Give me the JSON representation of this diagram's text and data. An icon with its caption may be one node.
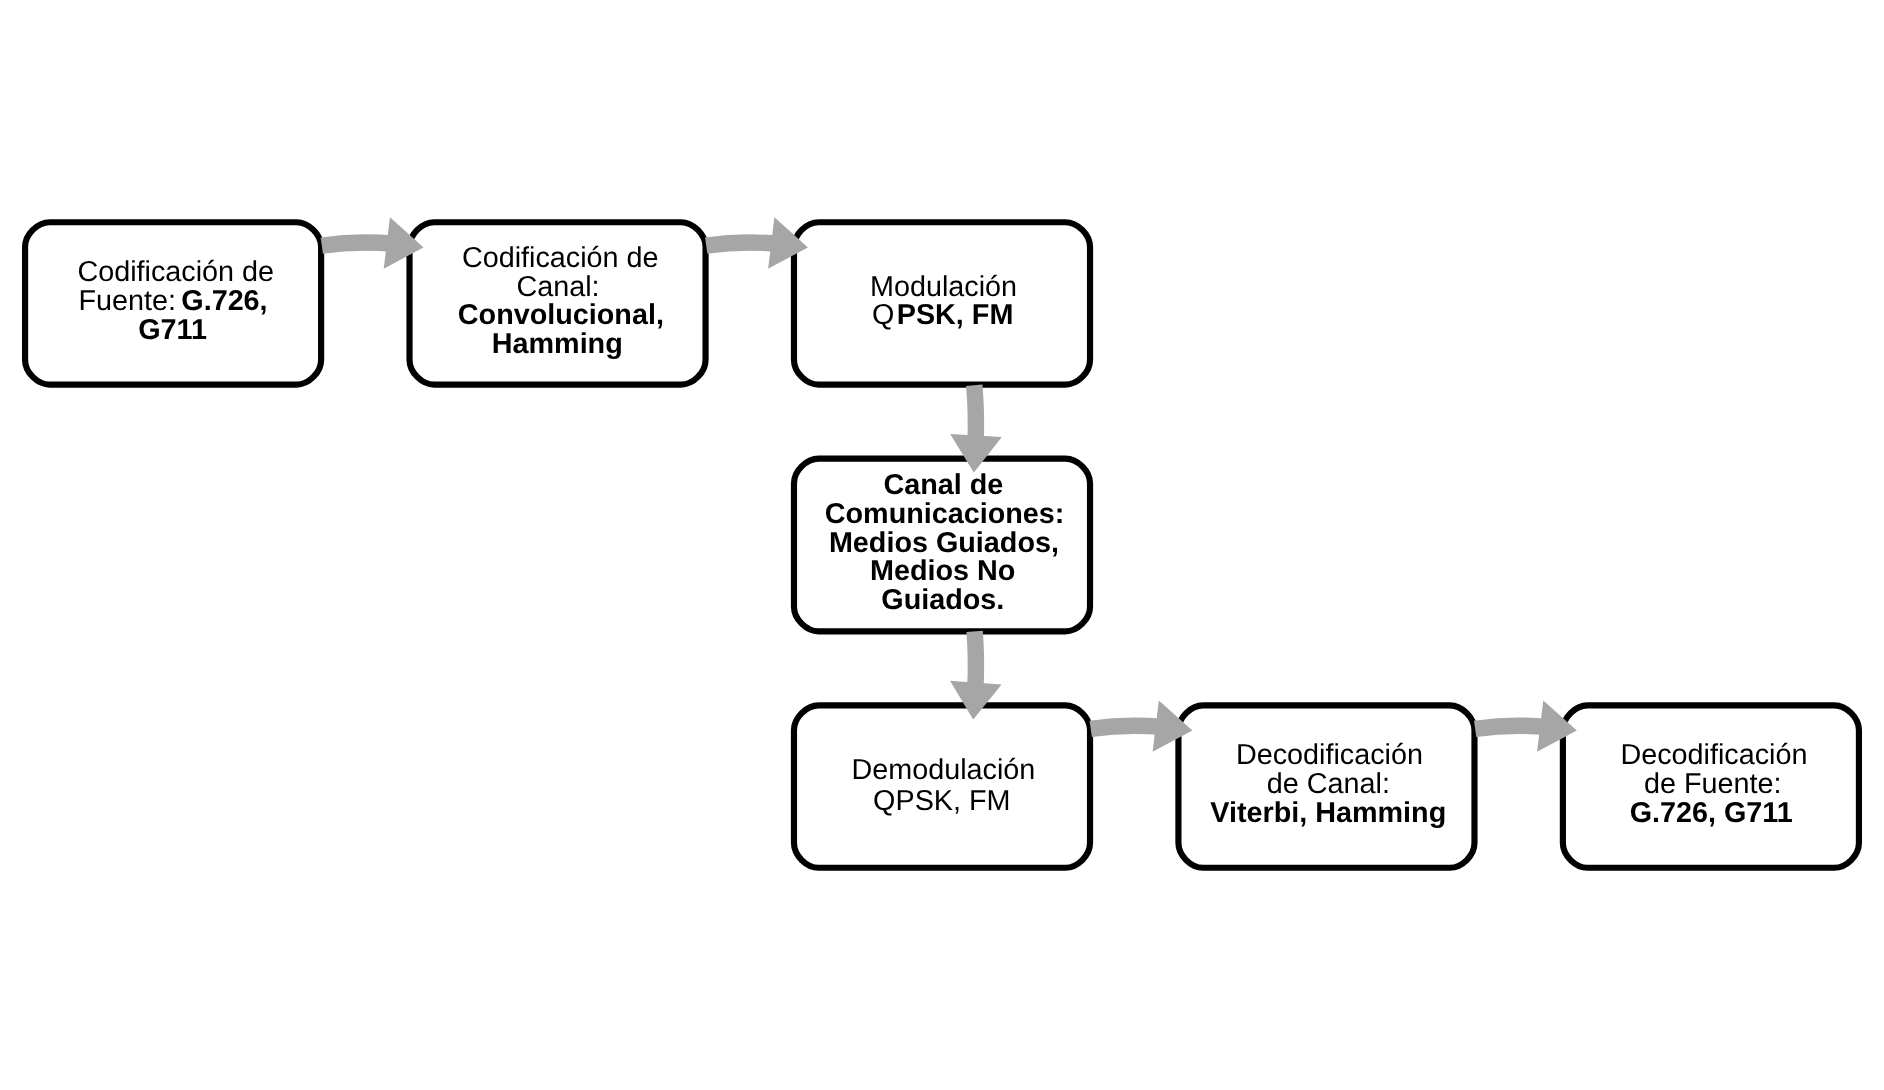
{
  "diagram": {
    "nodes": [
      {
        "text": [
          "Codificación de Fuente: **G.726, G711**"
        ]
      },
      {
        "text": [
          "Codificación de Canal: **Convolucional, Hamming**"
        ]
      },
      {
        "text": [
          "Modulación",
          "Q**PSK, FM**"
        ]
      },
      {
        "text": [
          "Canal de Comunicaciones: Medios Guiados, Medios No Guiados."
        ]
      },
      {
        "text": [
          "Demodulación",
          "QPSK, FM"
        ]
      },
      {
        "text": [
          "Decodificación de Canal: **Viterbi, Hamming**"
        ]
      },
      {
        "text": [
          "Decodificación de Fuente: **G.726, G711**"
        ]
      }
    ],
    "edges": [
      {
        "from": 0,
        "to": 1,
        "arrow": "to"
      },
      {
        "from": 1,
        "to": 2,
        "arrow": "to"
      },
      {
        "from": 2,
        "to": 3,
        "arrow": "to"
      },
      {
        "from": 3,
        "to": 4,
        "arrow": "to"
      },
      {
        "from": 4,
        "to": 5,
        "arrow": "to"
      },
      {
        "from": 5,
        "to": 6,
        "arrow": "to"
      }
    ]
  }
}
